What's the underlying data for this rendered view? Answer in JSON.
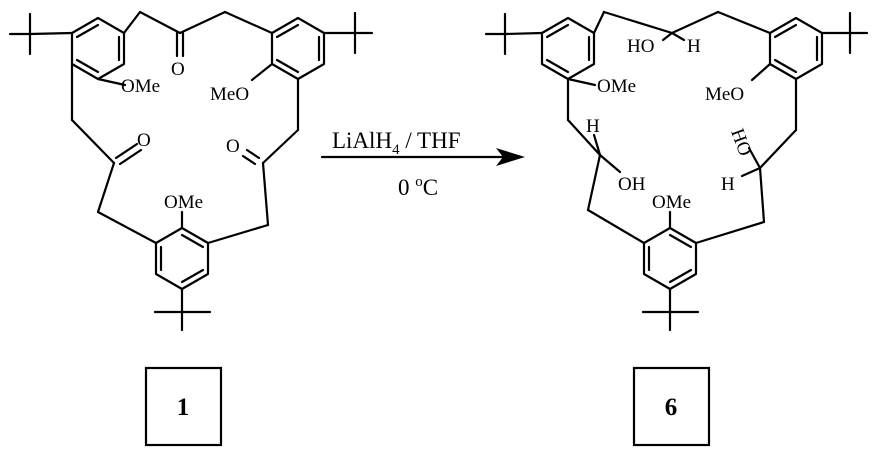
{
  "reaction": {
    "reagent_main": "LiAlH",
    "reagent_sub": "4",
    "reagent_rest": " / THF",
    "temp_value": "0 ",
    "temp_sup": "o",
    "temp_unit": "C"
  },
  "reactant": {
    "label": "1",
    "ome_top": "OMe",
    "meo_top": "MeO",
    "ome_bottom": "OMe",
    "carbonyl_o": "O"
  },
  "product": {
    "label": "6",
    "ho": "HO",
    "h": "H",
    "oh": "OH",
    "ome_top": "OMe",
    "meo_top": "MeO",
    "ome_bottom": "OMe"
  }
}
